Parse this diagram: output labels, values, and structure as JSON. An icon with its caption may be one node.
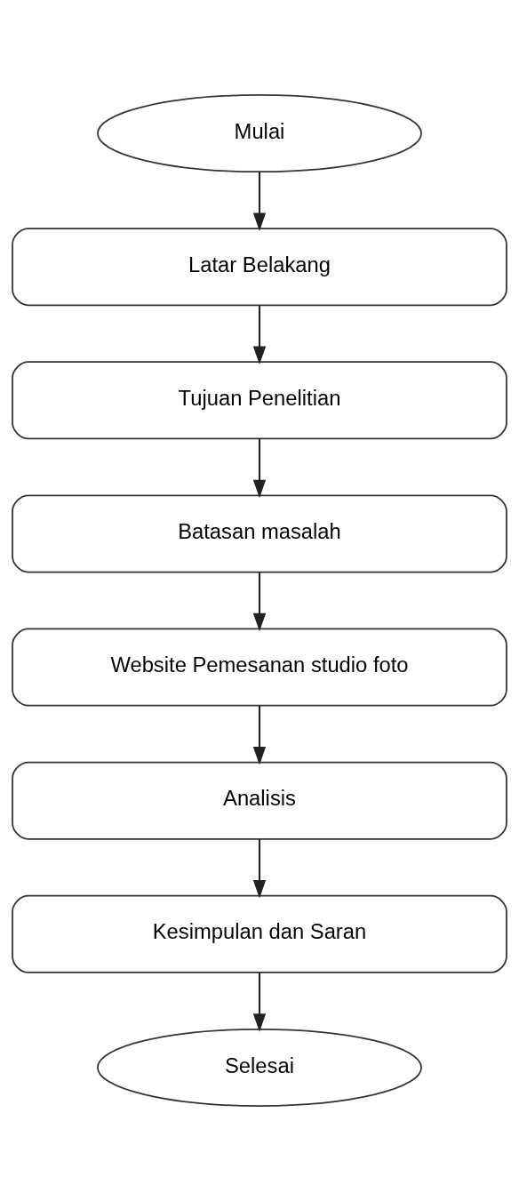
{
  "diagram": {
    "nodes": [
      {
        "text": [
          "Mulai"
        ]
      },
      {
        "text": [
          "Latar Belakang"
        ]
      },
      {
        "text": [
          "Tujuan Penelitian"
        ]
      },
      {
        "text": [
          "Batasan masalah"
        ]
      },
      {
        "text": [
          "Website Pemesanan studio foto"
        ]
      },
      {
        "text": [
          "Analisis"
        ]
      },
      {
        "text": [
          "Kesimpulan dan Saran"
        ]
      },
      {
        "text": [
          "Selesai"
        ]
      }
    ],
    "edges": [
      {
        "from": 0,
        "to": 1,
        "arrow": "to"
      },
      {
        "from": 1,
        "to": 2,
        "arrow": "to"
      },
      {
        "from": 2,
        "to": 3,
        "arrow": "to"
      },
      {
        "from": 3,
        "to": 4,
        "arrow": "to"
      },
      {
        "from": 4,
        "to": 5,
        "arrow": "to"
      },
      {
        "from": 5,
        "to": 6,
        "arrow": "to"
      },
      {
        "from": 6,
        "to": 7,
        "arrow": "to"
      }
    ]
  }
}
